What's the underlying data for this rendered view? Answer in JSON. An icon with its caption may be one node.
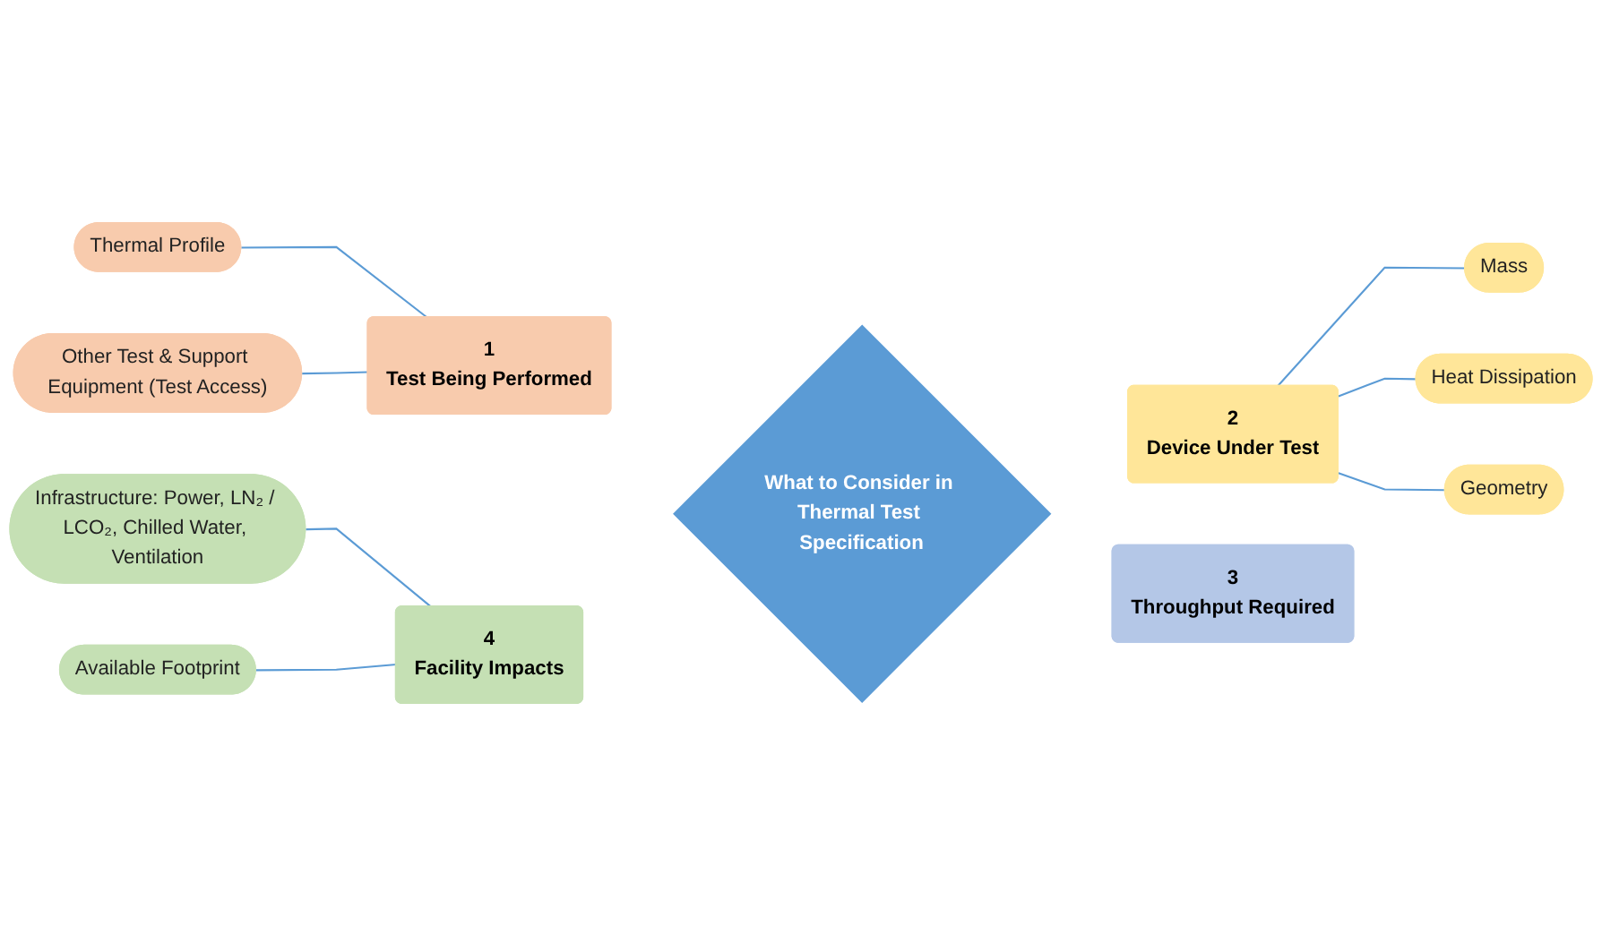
{
  "diagram": {
    "nodes": [
      {
        "text": [
          "What to Consider in Thermal Test Specification"
        ]
      },
      {
        "text": [
          "1",
          "Test Being Performed"
        ]
      },
      {
        "text": [
          "Thermal Profile"
        ]
      },
      {
        "text": [
          "Other Test & Support Equipment (Test Access)"
        ]
      },
      {
        "text": [
          "2",
          "Device Under Test"
        ]
      },
      {
        "text": [
          "Mass"
        ]
      },
      {
        "text": [
          "Heat Dissipation"
        ]
      },
      {
        "text": [
          "Geometry"
        ]
      },
      {
        "text": [
          "3",
          "Throughput Required"
        ]
      },
      {
        "text": [
          "4",
          "Facility Impacts"
        ]
      },
      {
        "text": [
          "Infrastructure: Power, LN₂ / LCO₂, Chilled Water, Ventilation"
        ]
      },
      {
        "text": [
          "Available Footprint"
        ]
      }
    ],
    "edges": [
      {
        "from": 2,
        "to": 1,
        "arrow": "none"
      },
      {
        "from": 3,
        "to": 1,
        "arrow": "none"
      },
      {
        "from": 4,
        "to": 5,
        "arrow": "none"
      },
      {
        "from": 4,
        "to": 6,
        "arrow": "none"
      },
      {
        "from": 4,
        "to": 7,
        "arrow": "none"
      },
      {
        "from": 10,
        "to": 9,
        "arrow": "none"
      },
      {
        "from": 11,
        "to": 9,
        "arrow": "none"
      }
    ]
  }
}
